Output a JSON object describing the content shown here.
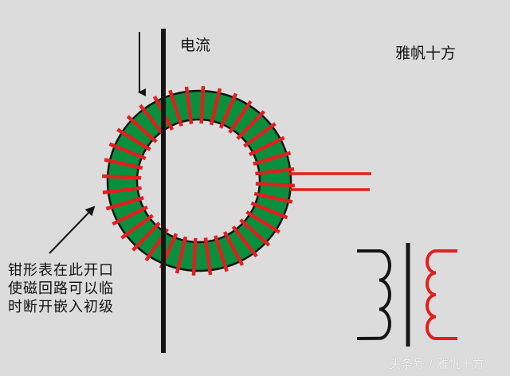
{
  "labels": {
    "current": "电流",
    "brand": "雅帆十方",
    "note_lines": [
      "钳形表在此开口",
      "使磁回路可以临",
      "时断开嵌入初级"
    ],
    "watermark": "头条号 / 雅帆十方"
  },
  "colors": {
    "core": "#0a8f3c",
    "winding": "#e02020",
    "wire": "#151515",
    "background": "#dcdcdc"
  },
  "transformer": {
    "primary_turns": 3,
    "secondary_turns": 4
  },
  "toroid": {
    "winding_count": 36
  }
}
